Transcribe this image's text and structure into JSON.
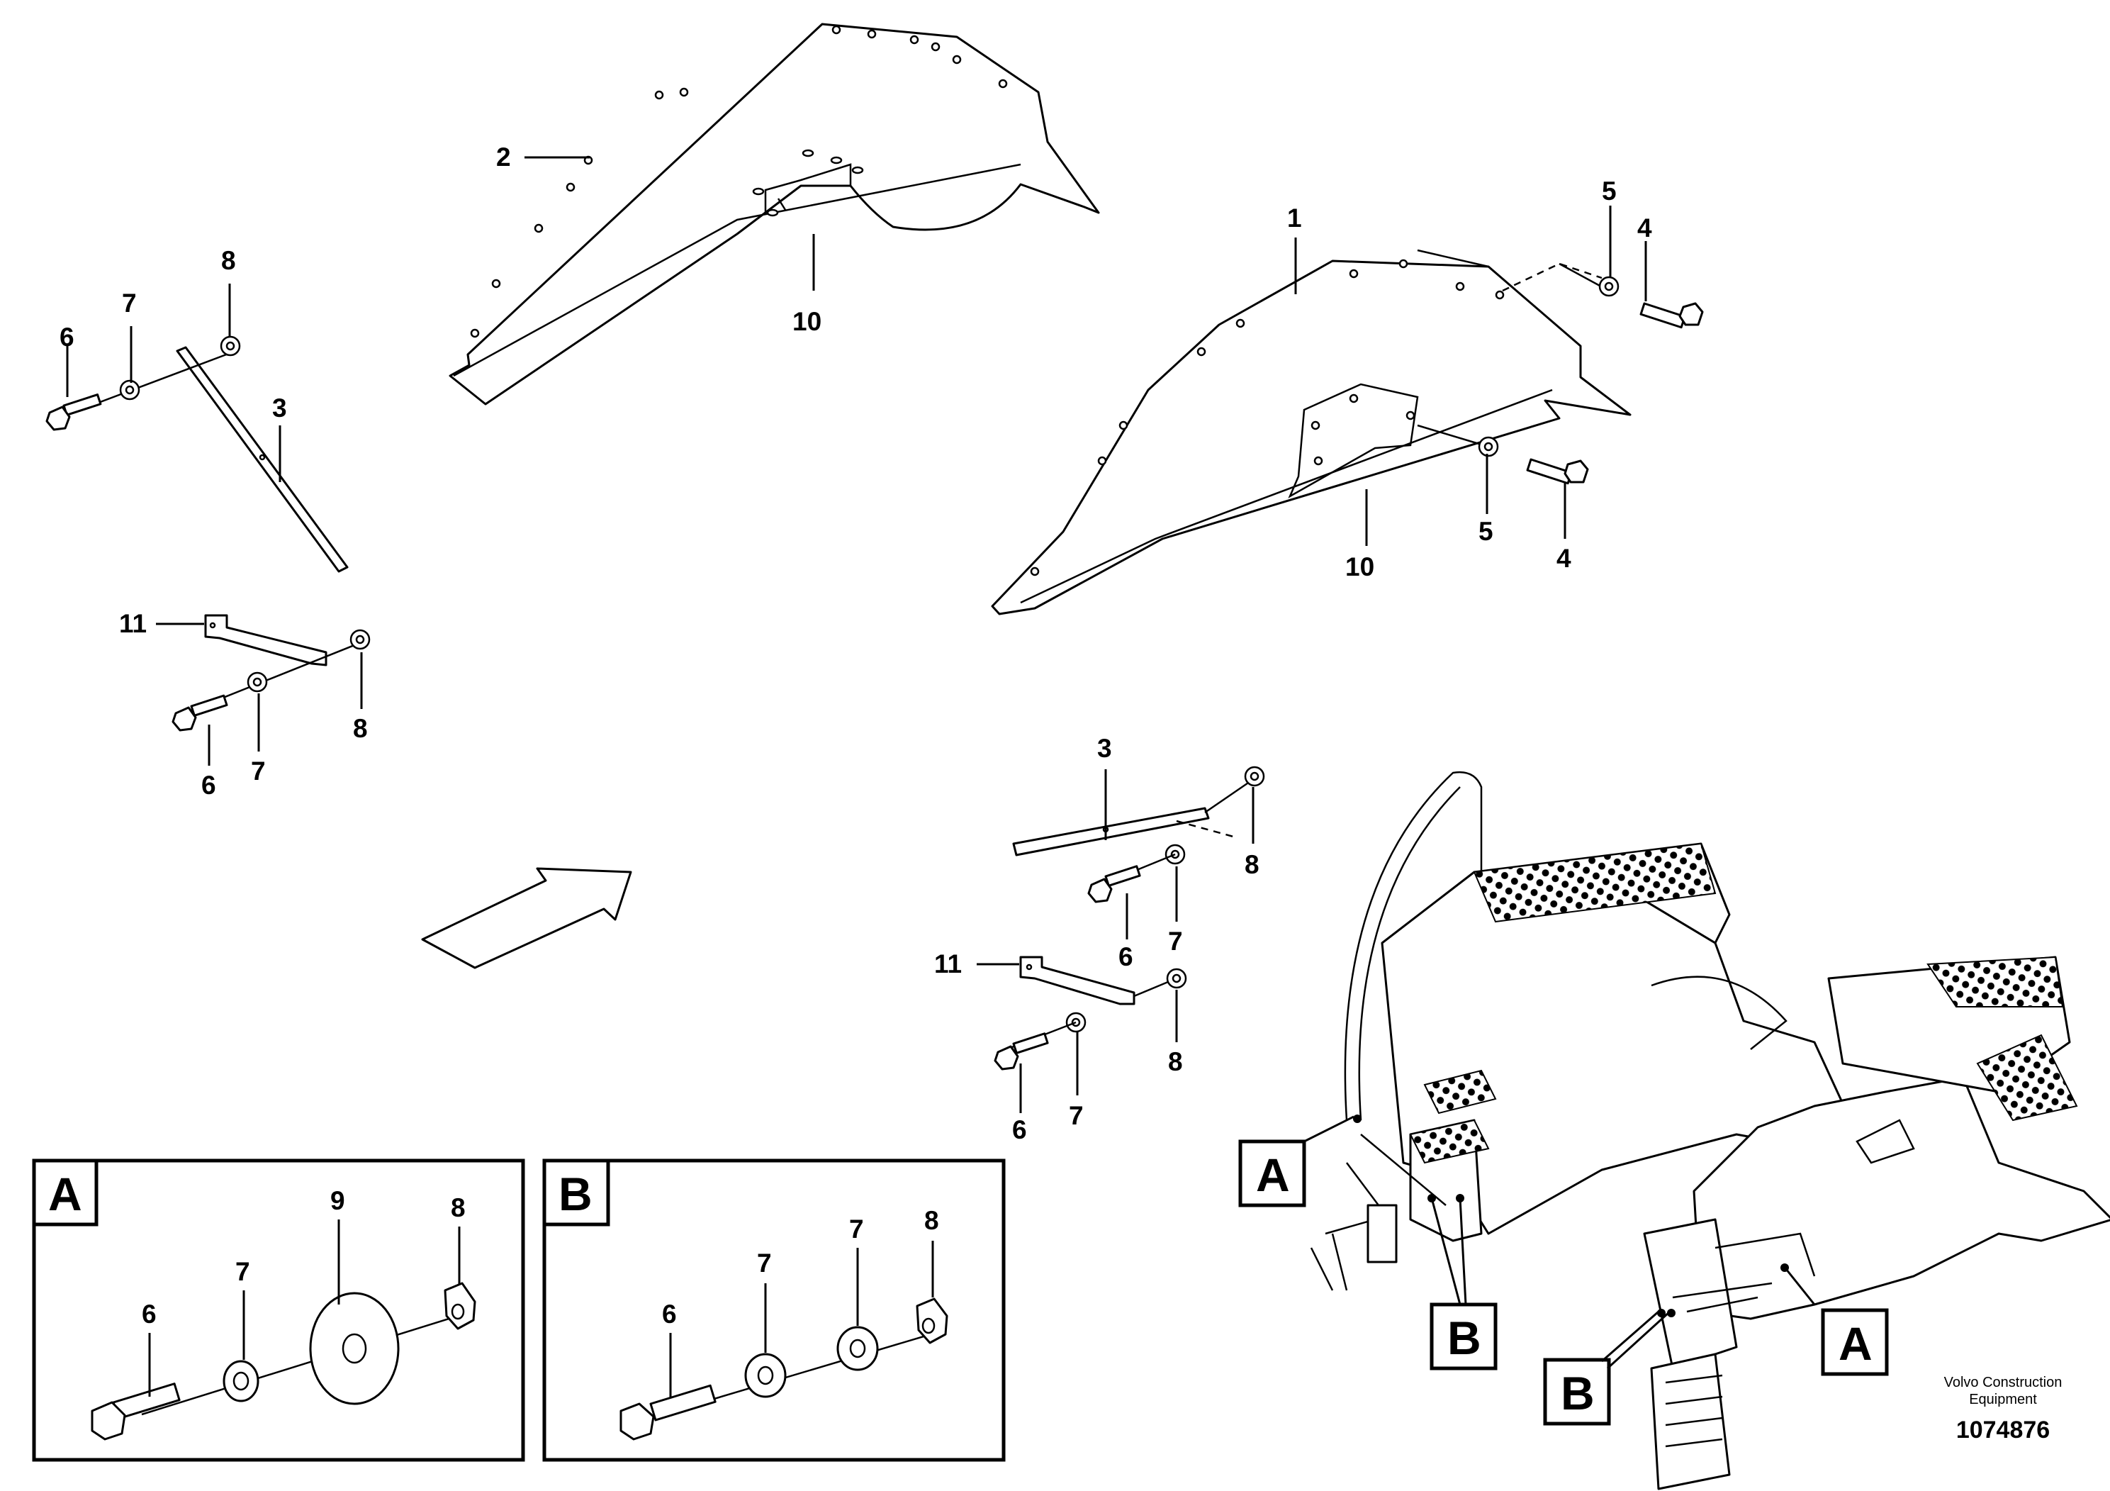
{
  "callouts": {
    "c1": "1",
    "c2": "2",
    "c3": "3",
    "c4": "4",
    "c5": "5",
    "c6": "6",
    "c7": "7",
    "c8": "8",
    "c9": "9",
    "c10": "10",
    "c11": "11"
  },
  "detail_labels": {
    "a": "A",
    "b": "B"
  },
  "footer": {
    "company_line1": "Volvo Construction",
    "company_line2": "Equipment",
    "drawing_number": "1074876"
  }
}
